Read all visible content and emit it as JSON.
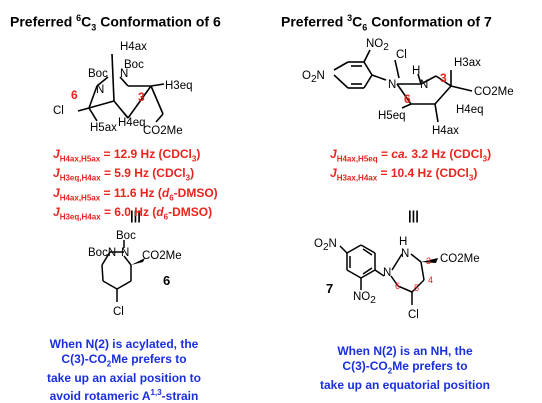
{
  "left": {
    "title_pre": "Preferred ",
    "title_sup": "6",
    "title_mid": "C",
    "title_sub": "3",
    "title_post": " Conformation of 6",
    "labels": {
      "boc1": "Boc",
      "boc2": "Boc",
      "n1": "N",
      "n2": "N",
      "h4ax": "H4ax",
      "cl": "Cl",
      "num6": "6",
      "num3": "3",
      "h3eq": "H3eq",
      "h5ax": "H5ax",
      "h4eq": "H4eq",
      "co2me": "CO2Me"
    },
    "couplings": [
      {
        "j": "J",
        "sub": "H4ax,H5ax",
        "value": " = 12.9 Hz (CDCl",
        "solv_sub": "3",
        "end": ")"
      },
      {
        "j": "J",
        "sub": "H3eq,H4ax",
        "value": " = 5.9 Hz (CDCl",
        "solv_sub": "3",
        "end": ")"
      },
      {
        "j": "J",
        "sub": "H4ax,H5ax",
        "value": " = 11.6 Hz (",
        "solv_i": "d",
        "solv_isub": "6",
        "solv_post": "-DMSO)"
      },
      {
        "j": "J",
        "sub": "H3eq,H4ax",
        "value": " = 6.0 Hz (",
        "solv_i": "d",
        "solv_isub": "6",
        "solv_post": "-DMSO)"
      }
    ],
    "equiv": "|||",
    "struct": {
      "boc": "Boc",
      "bocn": "BocN",
      "n": "N",
      "co2me": "CO2Me",
      "cl": "Cl",
      "num": "6"
    },
    "conclusion": [
      "When N(2) is acylated, the",
      "C(3)-CO",
      "Me prefers to",
      "take up an axial position to",
      "avoid rotameric A",
      "1,3",
      "-strain"
    ]
  },
  "right": {
    "title_pre": "Preferred ",
    "title_sup": "3",
    "title_mid": "C",
    "title_sub": "6",
    "title_post": " Conformation of 7",
    "labels": {
      "no2a": "NO2",
      "o2n": "O2N",
      "cl": "Cl",
      "h3ax": "H3ax",
      "n1": "N",
      "n2": "N",
      "h": "H",
      "num6": "6",
      "num3": "3",
      "co2me": "CO2Me",
      "h4eq": "H4eq",
      "h5eq": "H5eq",
      "h4ax": "H4ax"
    },
    "couplings": [
      {
        "j": "J",
        "sub": "H4ax,H5eq",
        "value": " = ",
        "ca": "ca.",
        "value2": " 3.2 Hz (CDCl",
        "solv_sub": "3",
        "end": ")"
      },
      {
        "j": "J",
        "sub": "H3ax,H4ax",
        "value": " = 10.4 Hz (CDCl",
        "solv_sub": "3",
        "end": ")"
      }
    ],
    "equiv": "|||",
    "struct": {
      "o2n": "O2N",
      "no2": "NO2",
      "n": "N",
      "nh": "H",
      "n2": "N",
      "co2me": "CO2Me",
      "cl": "Cl",
      "num": "7",
      "n3": "3",
      "n4": "4",
      "n5": "5",
      "n6": "6"
    },
    "conclusion": [
      "When N(2) is an NH, the",
      "C(3)-CO",
      "Me prefers to",
      "take up an equatorial position"
    ]
  },
  "colors": {
    "red": "#e8241c",
    "blue": "#1a2fe0"
  }
}
